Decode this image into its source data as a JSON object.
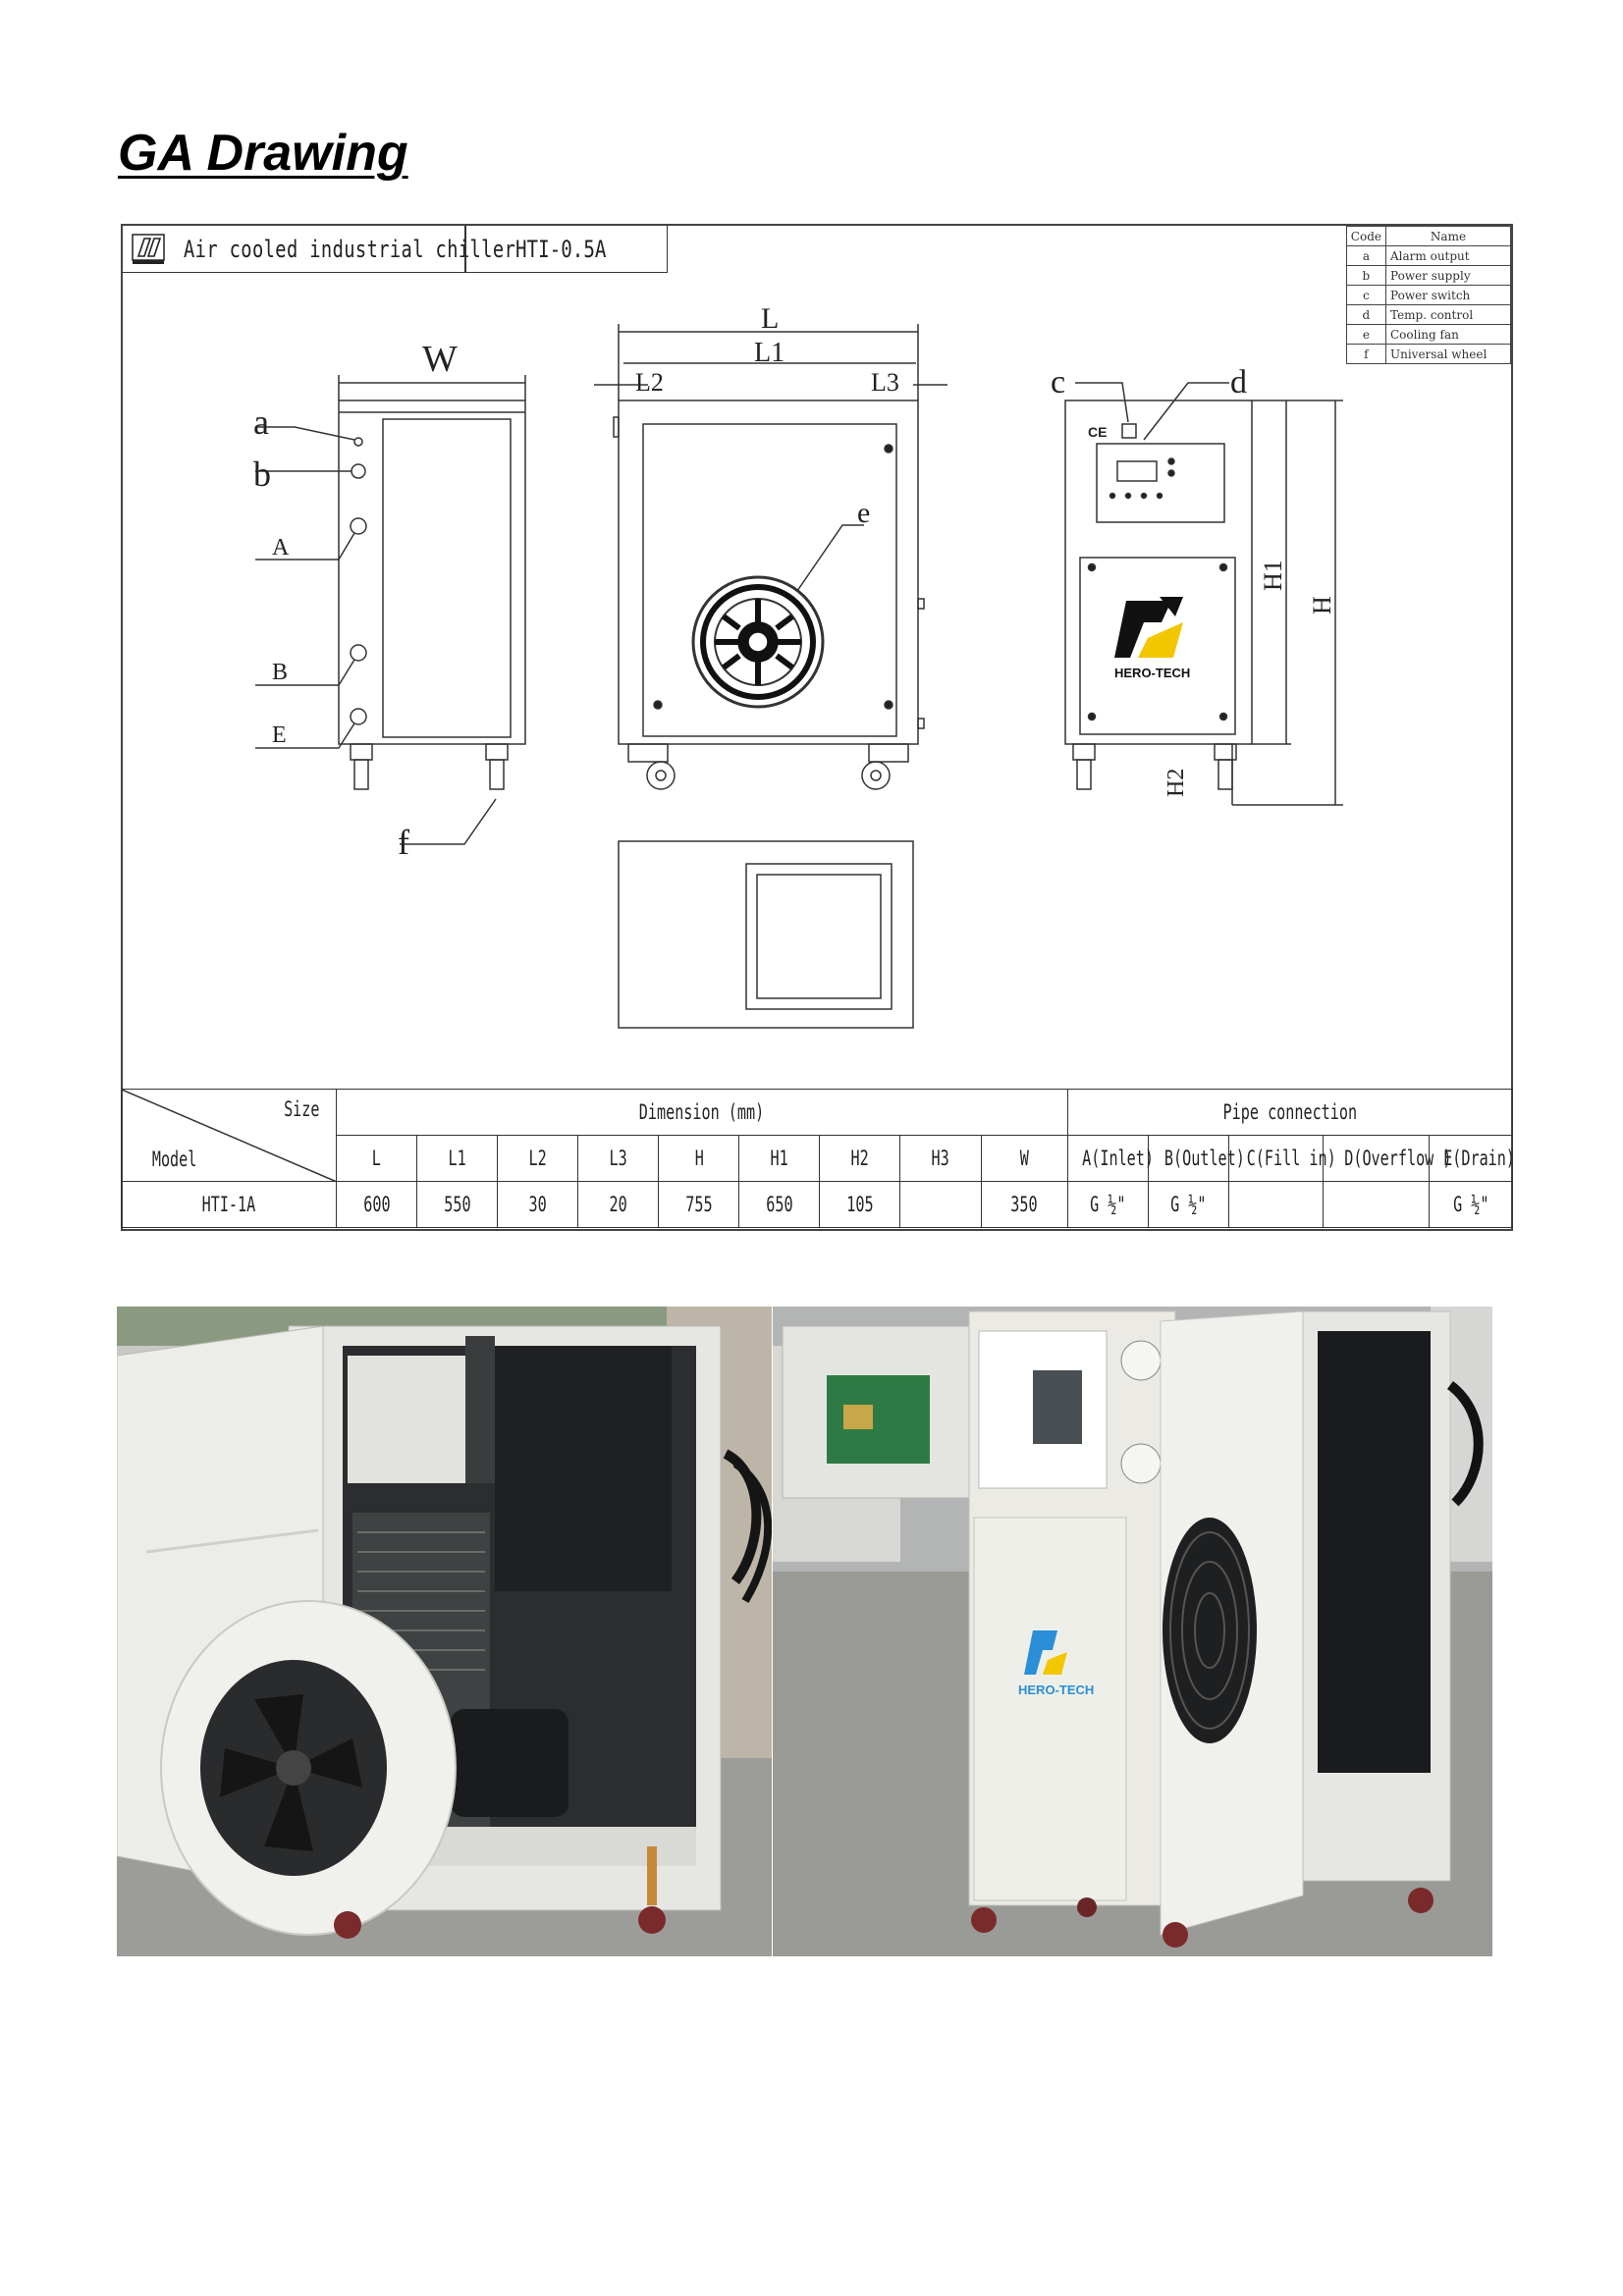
{
  "page": {
    "heading": "GA Drawing"
  },
  "drawing": {
    "title_block": {
      "name": "Air cooled industrial chiller",
      "model": "HTI-0.5A"
    },
    "legend": {
      "header": {
        "code": "Code",
        "name": "Name"
      },
      "rows": [
        {
          "code": "a",
          "name": "Alarm output"
        },
        {
          "code": "b",
          "name": "Power supply"
        },
        {
          "code": "c",
          "name": "Power switch"
        },
        {
          "code": "d",
          "name": "Temp. control"
        },
        {
          "code": "e",
          "name": "Cooling fan"
        },
        {
          "code": "f",
          "name": "Universal wheel"
        }
      ]
    },
    "callouts": {
      "W": "W",
      "L": "L",
      "L1": "L1",
      "L2": "L2",
      "L3": "L3",
      "H": "H",
      "H1": "H1",
      "H2": "H2",
      "a": "a",
      "b": "b",
      "c": "c",
      "d": "d",
      "e": "e",
      "f": "f",
      "A": "A",
      "B": "B",
      "E": "E",
      "ce_mark": "CE",
      "brand": "HERO-TECH"
    }
  },
  "spec_table": {
    "size_label": "Size",
    "model_label": "Model",
    "dimension_header": "Dimension (mm)",
    "pipe_header": "Pipe connection",
    "columns": [
      "L",
      "L1",
      "L2",
      "L3",
      "H",
      "H1",
      "H2",
      "H3",
      "W",
      "A(Inlet)",
      "B(Outlet)",
      "C(Fill in)",
      "D(Overflow )",
      "E(Drain)"
    ],
    "row": {
      "model": "HTI-1A",
      "values": [
        "600",
        "550",
        "30",
        "20",
        "755",
        "650",
        "105",
        "",
        "350",
        "G ½\"",
        "G ½\"",
        "",
        "",
        "G ½\""
      ]
    }
  },
  "photos": {
    "left_brand": "",
    "right_brand": "HERO-TECH"
  },
  "colors": {
    "line": "#333333",
    "brand_yellow": "#f2c700",
    "brand_blue": "#2a8fd6",
    "cabinet": "#e9eae6"
  }
}
